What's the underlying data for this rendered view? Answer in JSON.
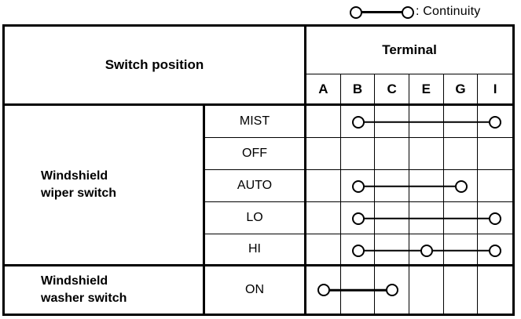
{
  "legend": {
    "symbol_name": "continuity-symbol",
    "label": ": Continuity"
  },
  "table": {
    "header": {
      "switch_position": "Switch position",
      "terminal": "Terminal",
      "terminals": [
        "A",
        "B",
        "C",
        "E",
        "G",
        "I"
      ]
    },
    "groups": [
      {
        "name": "Windshield\nwiper switch",
        "line1": "Windshield",
        "line2": "wiper switch",
        "rows": [
          {
            "position": "MIST",
            "nodes": [
              "B",
              "I"
            ],
            "links": [
              [
                "B",
                "I"
              ]
            ]
          },
          {
            "position": "OFF",
            "nodes": [],
            "links": []
          },
          {
            "position": "AUTO",
            "nodes": [
              "B",
              "G"
            ],
            "links": [
              [
                "B",
                "G"
              ]
            ]
          },
          {
            "position": "LO",
            "nodes": [
              "B",
              "I"
            ],
            "links": [
              [
                "B",
                "I"
              ]
            ]
          },
          {
            "position": "HI",
            "nodes": [
              "B",
              "E",
              "I"
            ],
            "links": [
              [
                "B",
                "E"
              ],
              [
                "E",
                "I"
              ]
            ]
          }
        ]
      },
      {
        "name": "Windshield\nwasher switch",
        "line1": "Windshield",
        "line2": "washer switch",
        "rows": [
          {
            "position": "ON",
            "nodes": [
              "A",
              "C"
            ],
            "links": [
              [
                "A",
                "C"
              ]
            ]
          }
        ]
      }
    ]
  },
  "colors": {
    "line": "#000000",
    "background": "#ffffff"
  }
}
